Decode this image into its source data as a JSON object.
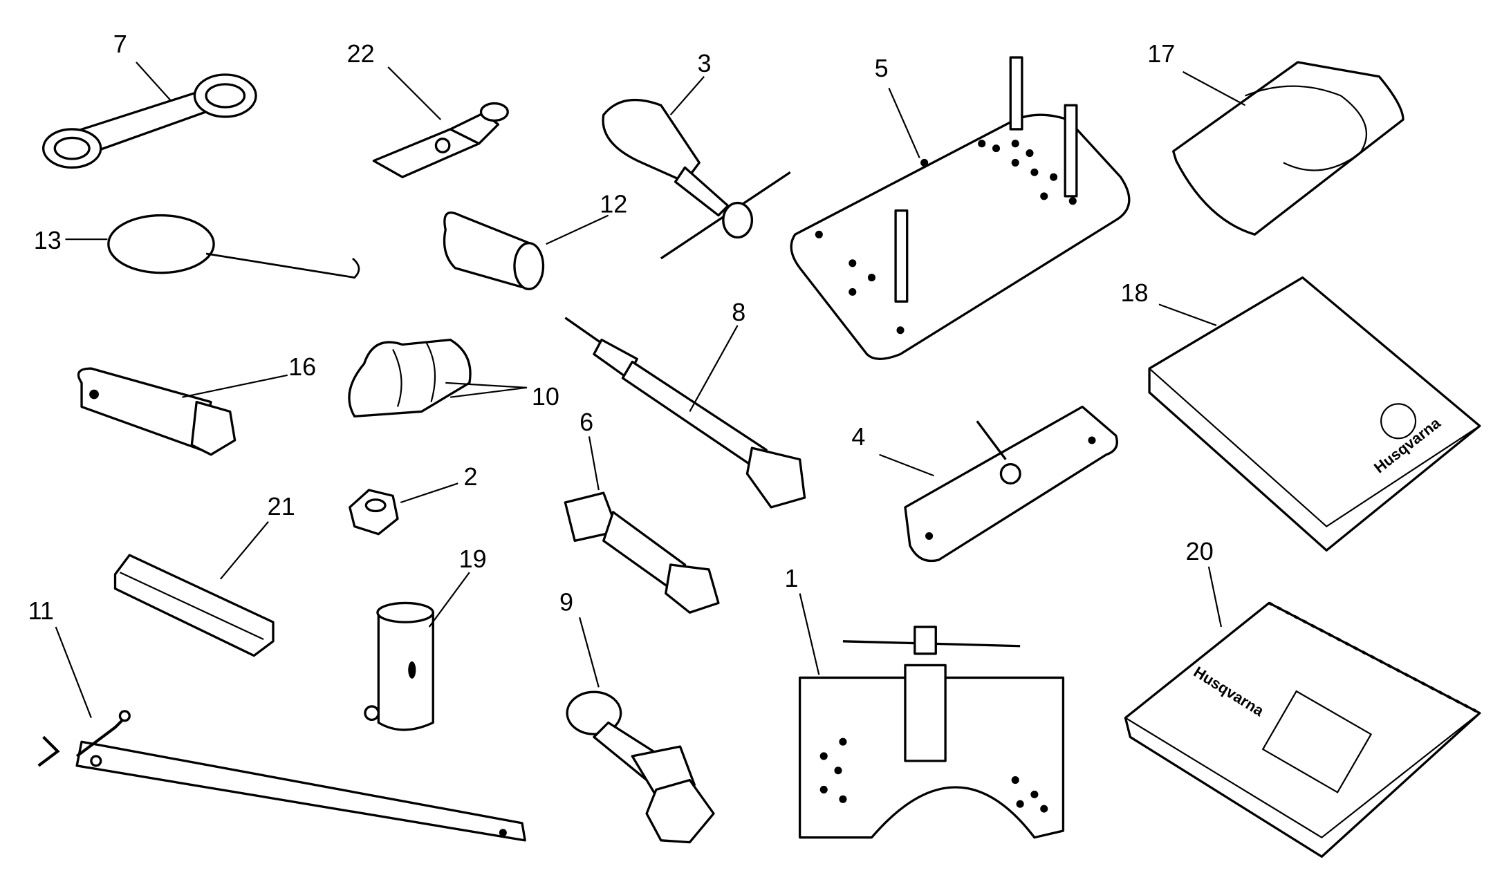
{
  "diagram": {
    "parts": [
      {
        "id": "7",
        "label": "7"
      },
      {
        "id": "22",
        "label": "22"
      },
      {
        "id": "3",
        "label": "3"
      },
      {
        "id": "5",
        "label": "5"
      },
      {
        "id": "17",
        "label": "17"
      },
      {
        "id": "13",
        "label": "13"
      },
      {
        "id": "12",
        "label": "12"
      },
      {
        "id": "8",
        "label": "8"
      },
      {
        "id": "18",
        "label": "18"
      },
      {
        "id": "16",
        "label": "16"
      },
      {
        "id": "10",
        "label": "10"
      },
      {
        "id": "6",
        "label": "6"
      },
      {
        "id": "4",
        "label": "4"
      },
      {
        "id": "2",
        "label": "2"
      },
      {
        "id": "21",
        "label": "21"
      },
      {
        "id": "19",
        "label": "19"
      },
      {
        "id": "20",
        "label": "20"
      },
      {
        "id": "11",
        "label": "11"
      },
      {
        "id": "9",
        "label": "9"
      },
      {
        "id": "1",
        "label": "1"
      }
    ],
    "logo_text": "Husqvarna"
  }
}
